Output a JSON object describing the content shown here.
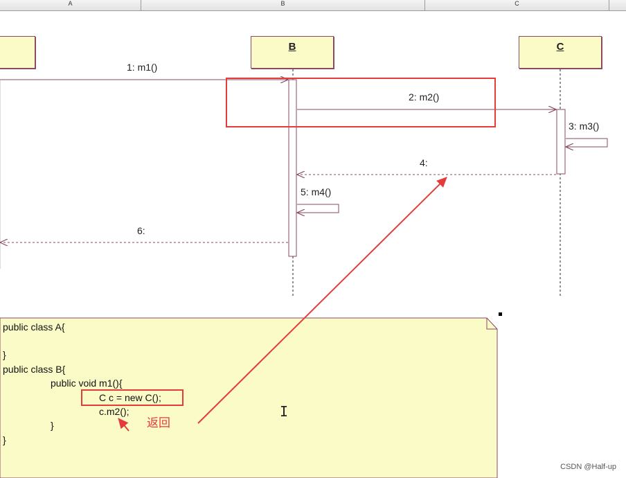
{
  "ruler": {
    "columns": [
      "A",
      "B",
      "C"
    ]
  },
  "lifelines": [
    {
      "id": "A",
      "label": ""
    },
    {
      "id": "B",
      "label": "B"
    },
    {
      "id": "C",
      "label": "C"
    }
  ],
  "messages": [
    {
      "seq": 1,
      "label": "1: m1()",
      "from": "A",
      "to": "B",
      "style": "solid"
    },
    {
      "seq": 2,
      "label": "2: m2()",
      "from": "B",
      "to": "C",
      "style": "solid"
    },
    {
      "seq": 3,
      "label": "3: m3()",
      "from": "C",
      "to": "C",
      "style": "self"
    },
    {
      "seq": 4,
      "label": "4:",
      "from": "C",
      "to": "B",
      "style": "return"
    },
    {
      "seq": 5,
      "label": "5: m4()",
      "from": "B",
      "to": "B",
      "style": "self"
    },
    {
      "seq": 6,
      "label": "6:",
      "from": "B",
      "to": "A",
      "style": "return"
    }
  ],
  "note": {
    "lines": [
      "public class A{",
      "",
      "}",
      "public class B{",
      "public void m1(){",
      "C c = new C();",
      "c.m2();",
      "}",
      "}"
    ]
  },
  "annotation": {
    "text": "返回",
    "color": "#e43b3b"
  },
  "watermark": "CSDN @Half-up",
  "colors": {
    "lifeline_fill": "#fbfbc7",
    "border": "#8a4a63",
    "highlight": "#e43b3b"
  }
}
